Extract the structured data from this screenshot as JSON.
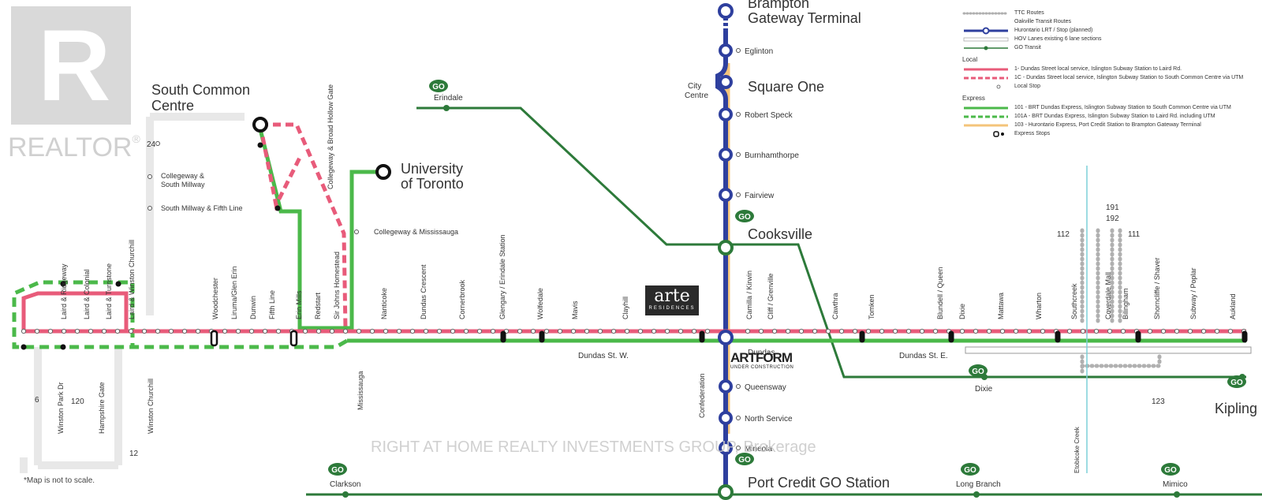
{
  "colors": {
    "pink": "#e85b7a",
    "green_brt": "#4bb94a",
    "go_green": "#2d7a3a",
    "hurontario_blue": "#2e3f9e",
    "hurontario_orange": "#f4c47a",
    "ttc_grey": "#b0b0b0"
  },
  "realtor": {
    "letter": "R",
    "word": "REALTOR",
    "mark": "®"
  },
  "watermark": "RIGHT AT HOME REALTY INVESTMENTS GROUP, Brokerage",
  "note": "*Map is not to scale.",
  "arte": {
    "name": "arte",
    "sub": "RESIDENCES"
  },
  "artform": {
    "name": "ARTFORM",
    "sub": "UNDER CONSTRUCTION"
  },
  "legend": {
    "ttc": "TTC Routes",
    "oakville": "Oakville Transit Routes",
    "hurontario_lrt": "Hurontario LRT / Stop (planned)",
    "hov": "HOV Lanes existing 6 lane sections",
    "go": "GO Transit",
    "local_header": "Local",
    "route1": "1- Dundas Street local service, Islington Subway Station to Laird Rd.",
    "route1c": "1C - Dundas Street local service, Islington Subway Station to South Common Centre via UTM",
    "local_stop": "Local Stop",
    "express_header": "Express",
    "route101": "101 - BRT Dundas Express, Islington Subway Station to South Common Centre via UTM",
    "route101a": "101A - BRT Dundas Express, Islington Subway Station to Laird Rd. including UTM",
    "route103": "103 - Hurontario Express, Port Credit Station to Brampton Gateway Terminal",
    "express_stops": "Express Stops"
  },
  "places": {
    "brampton1": "Brampton",
    "brampton2": "Gateway Terminal",
    "square_one": "Square One",
    "city_centre1": "City",
    "city_centre2": "Centre",
    "cooksville": "Cooksville",
    "port_credit": "Port Credit GO Station",
    "south_common1": "South Common",
    "south_common2": "Centre",
    "uoft1": "University",
    "uoft2": "of Toronto",
    "kipling": "Kipling",
    "dundas_w": "Dundas St. W.",
    "dundas_e": "Dundas St. E.",
    "dundas": "Dundas",
    "etobicoke_creek": "Etobicoke Creek"
  },
  "hurontario_stops": [
    "Eglinton",
    "Robert Speck",
    "Burnhamthorpe",
    "Fairview",
    "Queensway",
    "North Service",
    "Mineola"
  ],
  "go_stations": [
    "Erindale",
    "Dixie",
    "Clarkson",
    "Long Branch",
    "Mimico"
  ],
  "go_logo": "GO",
  "west_stops": [
    "Collegeway & South Millway",
    "South Millway & Fifth Line",
    "Collegeway & Mississauga"
  ],
  "collegeway_broad_hollow": "Collegeway & Broad Hollow Gate",
  "dundas_stops_upper": [
    "Laird & Ridgeway",
    "Laird & Colonial",
    "Laird & Turnstone",
    "Laird & Winston Churchill",
    "Woodchester",
    "Liruma/Glen Erin",
    "Dunwin",
    "Fifth Line",
    "Erin Mills",
    "Redstart",
    "Sir Johns Homestead",
    "Nanticoke",
    "Dundas Crescent",
    "Cornerbrook",
    "Glengary / Erindale Station",
    "Wolfedale",
    "Mavis",
    "Clayhill",
    "Camilla / Kirwin",
    "Cliff / Grenville",
    "Cawthra",
    "Tomken",
    "Blundell / Queen",
    "Dixie",
    "Mattawa",
    "Wharton",
    "Southcreek",
    "Coverdale Mall",
    "Bilingham",
    "Shorncliffe / Shaver",
    "Subway / Poplar",
    "Aukland"
  ],
  "dundas_stops_lower": [
    "Winston Park Dr",
    "Hampshire Gate",
    "Winston Churchill",
    "Mississauga",
    "Confederation"
  ],
  "route_numbers": {
    "r24": "24",
    "r6": "6",
    "r120": "120",
    "r12": "12",
    "r112": "112",
    "r191": "191",
    "r192": "192",
    "r111": "111",
    "r123": "123"
  }
}
